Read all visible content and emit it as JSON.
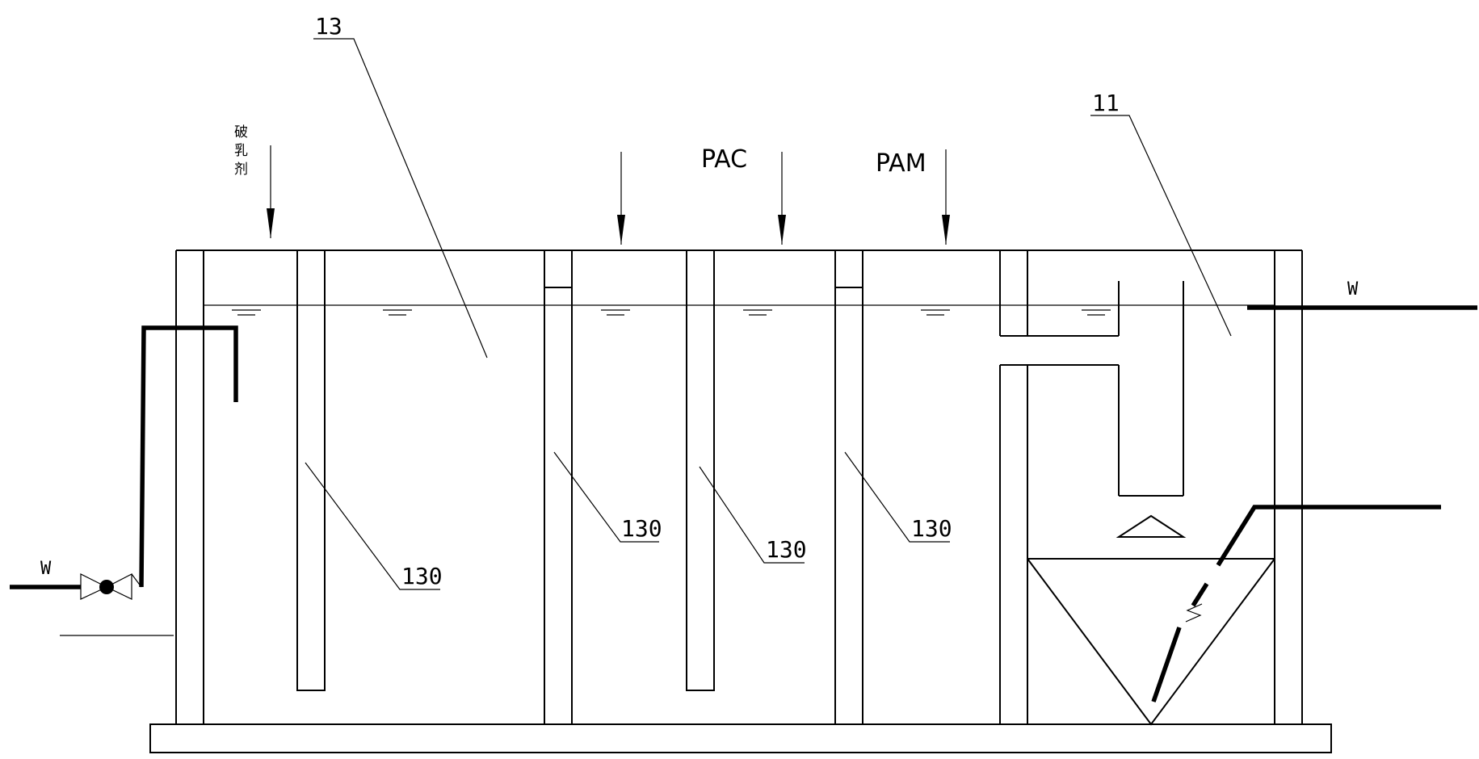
{
  "labels": {
    "part_13": "13",
    "part_11": "11",
    "part_130": "130",
    "chem_demulsifier": "破乳剂",
    "chem_pac": "PAC",
    "chem_pam": "PAM",
    "inlet": "W",
    "outlet": "W"
  },
  "icons": {
    "inlet_valve": "check-valve-icon",
    "water_level": "water-level-symbol",
    "dosing_arrow": "arrow-down-icon",
    "flow_deflector": "triangle-deflector-icon"
  }
}
